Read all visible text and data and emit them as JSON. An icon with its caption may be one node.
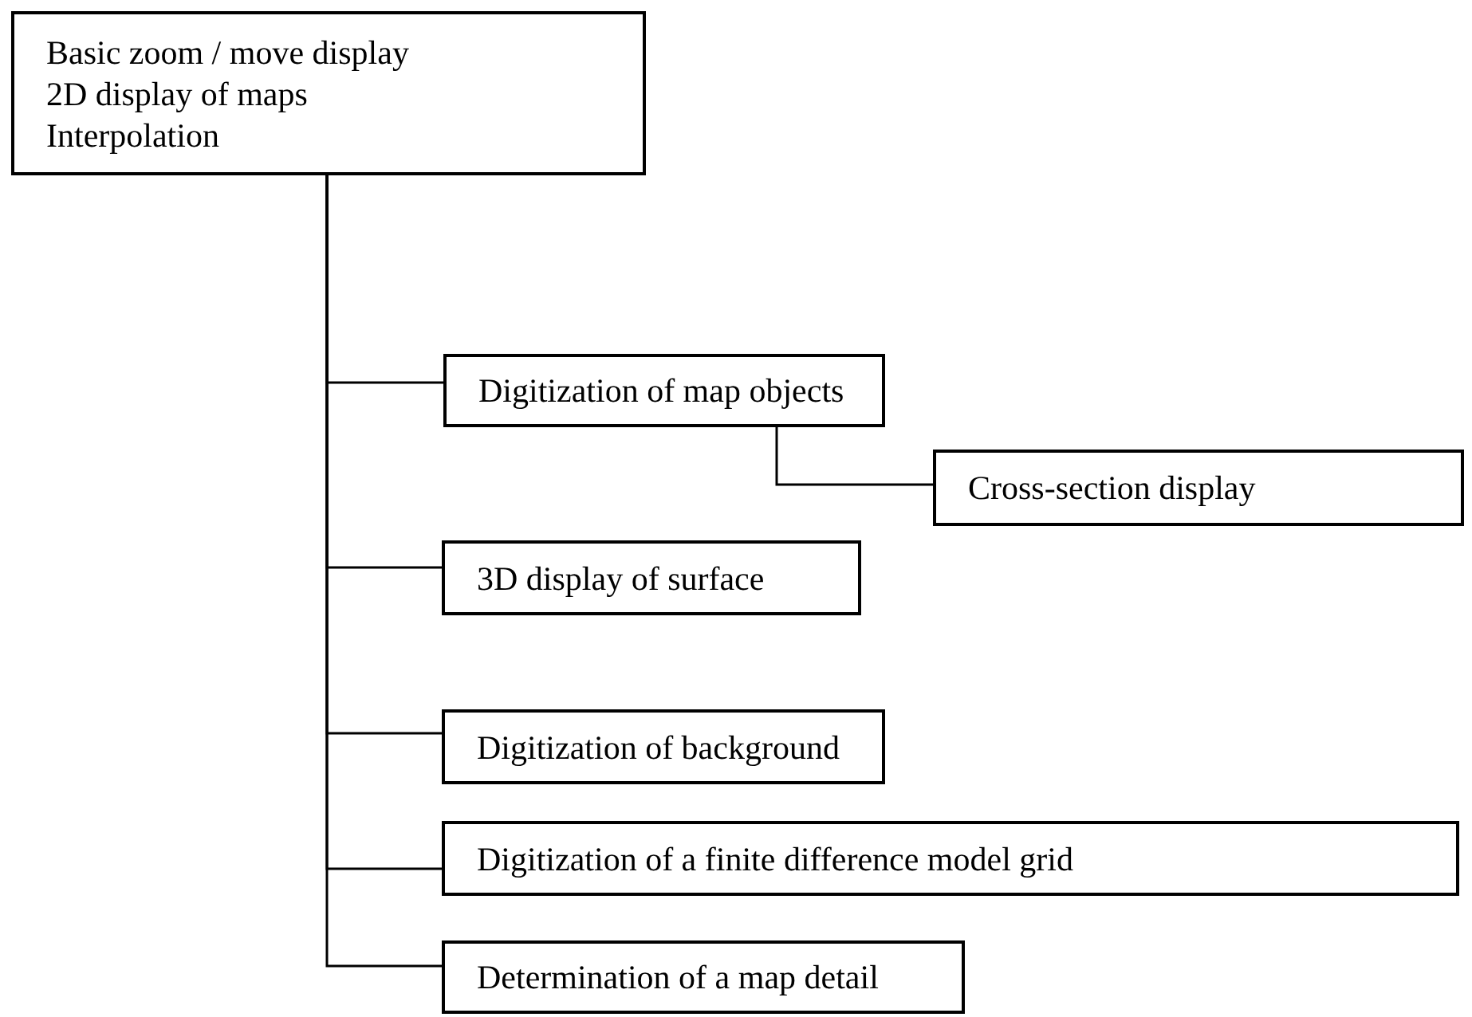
{
  "diagram": {
    "nodes": [
      {
        "text": [
          "Basic zoom / move display",
          "2D display of maps",
          "Interpolation"
        ]
      },
      {
        "text": [
          "Digitization of map objects"
        ]
      },
      {
        "text": [
          "Cross-section display"
        ]
      },
      {
        "text": [
          "3D display of surface"
        ]
      },
      {
        "text": [
          "Digitization of background"
        ]
      },
      {
        "text": [
          "Digitization of a finite difference model grid"
        ]
      },
      {
        "text": [
          "Determination of a map detail"
        ]
      }
    ],
    "edges": [
      {
        "from": 0,
        "to": 1,
        "arrow": "none"
      },
      {
        "from": 1,
        "to": 2,
        "arrow": "none"
      },
      {
        "from": 0,
        "to": 3,
        "arrow": "none"
      },
      {
        "from": 0,
        "to": 4,
        "arrow": "none"
      },
      {
        "from": 0,
        "to": 5,
        "arrow": "none"
      },
      {
        "from": 0,
        "to": 6,
        "arrow": "none"
      }
    ]
  }
}
